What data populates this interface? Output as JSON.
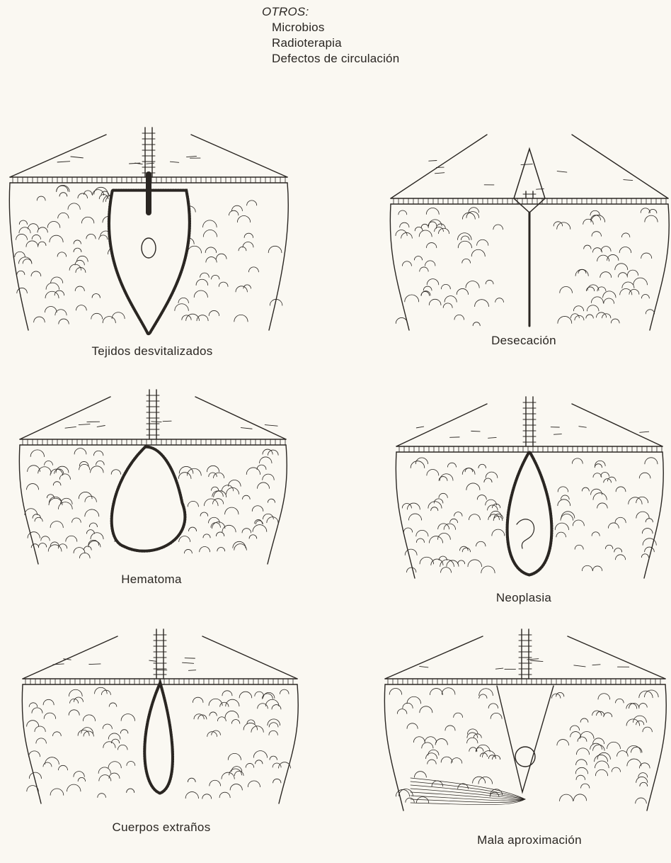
{
  "others": {
    "heading": "OTROS:",
    "items": [
      "Microbios",
      "Radioterapia",
      "Defectos de circulación"
    ]
  },
  "panels": [
    {
      "caption": "Tejidos desvitalizados",
      "defect": "devitalized"
    },
    {
      "caption": "Desecación",
      "defect": "desiccation"
    },
    {
      "caption": "Hematoma",
      "defect": "hematoma"
    },
    {
      "caption": "Neoplasia",
      "defect": "neoplasia"
    },
    {
      "caption": "Cuerpos extraños",
      "defect": "foreign-body"
    },
    {
      "caption": "Mala aproximación",
      "defect": "malapproximation"
    }
  ],
  "colors": {
    "ink": "#2a2622",
    "paper": "#faf8f2"
  }
}
